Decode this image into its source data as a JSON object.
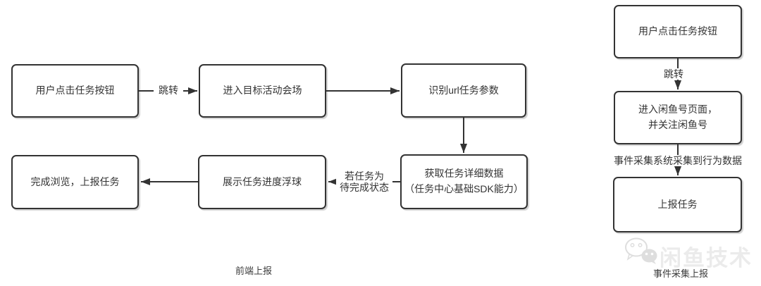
{
  "colors": {
    "line": "#333333",
    "box_border": "#333333",
    "box_fill": "#ffffff",
    "text": "#333333",
    "watermark": "#ebebeb"
  },
  "frontend_flow": {
    "caption": "前端上报",
    "nodes": {
      "click": "用户点击任务按钮",
      "enter_venue": "进入目标活动会场",
      "parse_url": "识别url任务参数",
      "fetch_detail": "获取任务详细数据\n（任务中心基础SDK能力）",
      "float_ball": "展示任务进度浮球",
      "report": "完成浏览，上报任务"
    },
    "edges": {
      "jump": "跳转",
      "pending": "若任务为\n待完成状态"
    }
  },
  "event_flow": {
    "caption": "事件采集上报",
    "nodes": {
      "click": "用户点击任务按钮",
      "follow": "进入闲鱼号页面，\n并关注闲鱼号",
      "report": "上报任务"
    },
    "edges": {
      "jump": "跳转",
      "collect": "事件采集系统采集到行为数据"
    }
  },
  "watermark": {
    "text": "闲鱼技术",
    "icon": "wechat-icon"
  }
}
